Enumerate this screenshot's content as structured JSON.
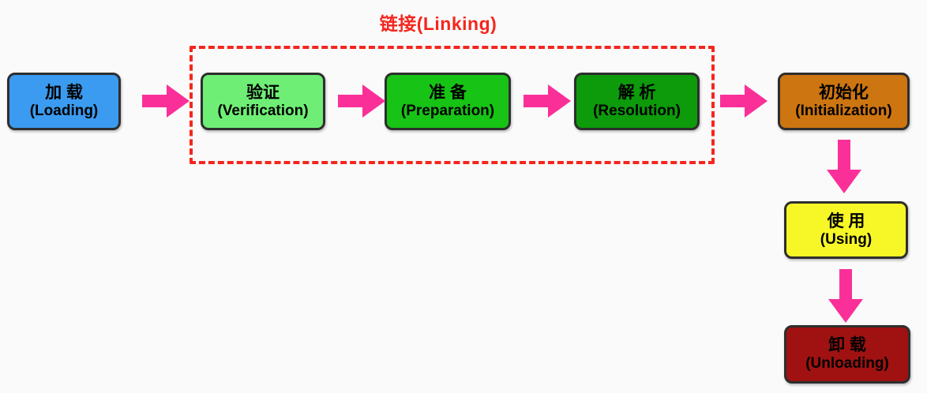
{
  "diagram": {
    "title": "链接(Linking)",
    "nodes": {
      "loading": {
        "zh": "加 载",
        "en": "(Loading)",
        "color": "#3B9BF0"
      },
      "verification": {
        "zh": "验证",
        "en": "(Verification)",
        "color": "#6FEE75"
      },
      "preparation": {
        "zh": "准 备",
        "en": "(Preparation)",
        "color": "#17C315"
      },
      "resolution": {
        "zh": "解 析",
        "en": "(Resolution)",
        "color": "#0D9A0B"
      },
      "initialization": {
        "zh": "初始化",
        "en": "(Initialization)",
        "color": "#CC7511"
      },
      "using": {
        "zh": "使 用",
        "en": "(Using)",
        "color": "#F7F728"
      },
      "unloading": {
        "zh": "卸 载",
        "en": "(Unloading)",
        "color": "#A01212"
      }
    },
    "colors": {
      "arrow": "#FA3098",
      "group_border": "#F5261D",
      "title_text": "#F5261D",
      "node_border": "#2E2E2E",
      "background": "#FAFAFA",
      "text": "#000000"
    }
  }
}
